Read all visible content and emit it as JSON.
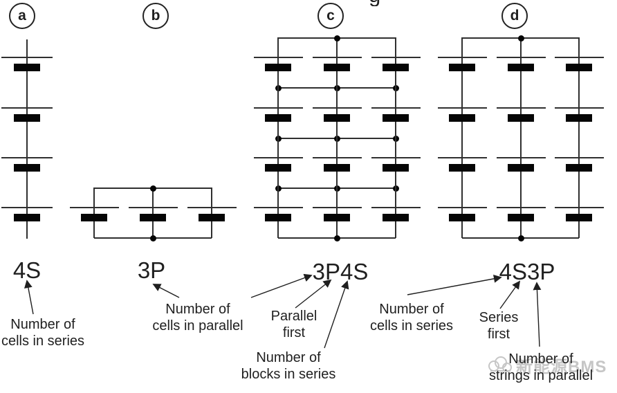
{
  "page": {
    "background": "#ffffff",
    "line_color": "#1f1f1f"
  },
  "cropped_title_fragment": "g",
  "panels": [
    {
      "badge": "a",
      "config_label": "4S",
      "circuit": {
        "type": "series",
        "cells_in_series": 4
      }
    },
    {
      "badge": "b",
      "config_label": "3P",
      "circuit": {
        "type": "parallel",
        "cells_in_parallel": 3
      }
    },
    {
      "badge": "c",
      "config_label": "3P4S",
      "circuit": {
        "type": "parallel-first",
        "cells_in_parallel": 3,
        "blocks_in_series": 4
      }
    },
    {
      "badge": "d",
      "config_label": "4S3P",
      "circuit": {
        "type": "series-first",
        "cells_in_series": 4,
        "strings_in_parallel": 3
      }
    }
  ],
  "annotations": [
    {
      "target": "4S",
      "lines": [
        "Number of",
        "cells in series"
      ]
    },
    {
      "target": "3P",
      "lines": [
        "Number of",
        "cells in parallel"
      ]
    },
    {
      "target": "3P4S",
      "lines": [
        "Parallel",
        "first"
      ]
    },
    {
      "target": "3P4S",
      "lines": [
        "Number of",
        "blocks in series"
      ]
    },
    {
      "target": "4S3P",
      "lines": [
        "Number of",
        "cells in series"
      ]
    },
    {
      "target": "4S3P",
      "lines": [
        "Series",
        "first"
      ]
    },
    {
      "target": "4S3P",
      "lines": [
        "Number of",
        "strings in parallel"
      ]
    }
  ],
  "watermark": {
    "icon": "cloud-logo-icon",
    "text": "新能源BMS",
    "color": "#c6c6c6"
  }
}
